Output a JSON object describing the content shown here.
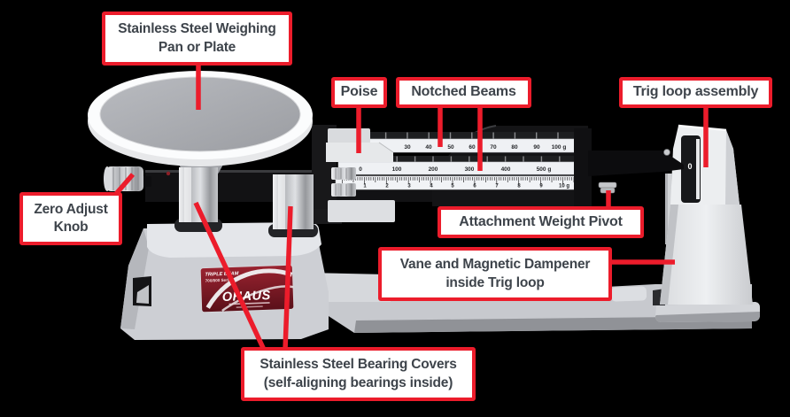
{
  "colors": {
    "background": "#000000",
    "accent_red": "#ec1c2b",
    "label_text": "#3e444b",
    "label_bg": "#ffffff"
  },
  "callouts": {
    "pan": "Stainless Steel Weighing Pan or Plate",
    "poise": "Poise",
    "notched_beams": "Notched Beams",
    "trig_loop": "Trig loop assembly",
    "zero_adjust": "Zero Adjust Knob",
    "attachment_pivot": "Attachment Weight Pivot",
    "vane_dampener": "Vane and Magnetic Dampener inside Trig loop",
    "bearing_covers": "Stainless Steel Bearing Covers (self-aligning bearings inside)"
  },
  "beams": {
    "top": {
      "labels": [
        "30",
        "40",
        "50",
        "60",
        "70",
        "80",
        "90",
        "100 g"
      ]
    },
    "middle": {
      "labels": [
        "0",
        "100",
        "200",
        "300",
        "400",
        "500 g"
      ]
    },
    "bottom": {
      "labels": [
        "0",
        "1",
        "2",
        "3",
        "4",
        "5",
        "6",
        "7",
        "8",
        "9",
        "10 g"
      ]
    }
  },
  "pointer": {
    "zero": "0"
  },
  "sticker": {
    "line1": "TRIPLE BEAM",
    "line2": "700/800 Series",
    "brand": "OHAUS"
  }
}
